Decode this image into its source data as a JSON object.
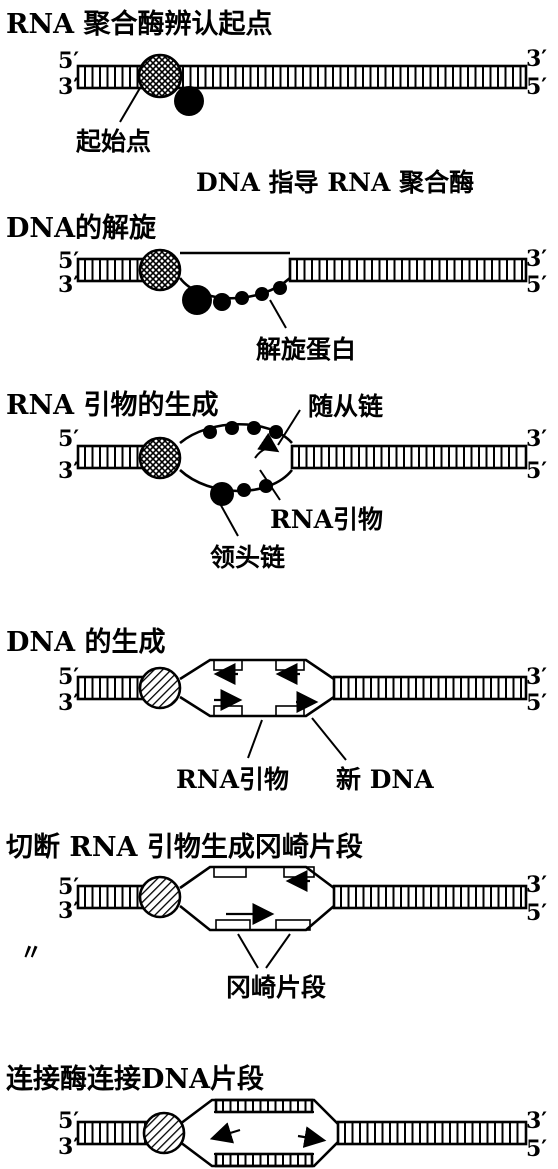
{
  "panels": [
    {
      "title": "RNA 聚合酶辨认起点",
      "labels": [
        "起始点",
        "DNA 指导 RNA 聚合酶"
      ]
    },
    {
      "title": "DNA的解旋",
      "labels": [
        "解旋蛋白"
      ]
    },
    {
      "title": "RNA 引物的生成",
      "labels": [
        "随从链",
        "RNA引物",
        "领头链"
      ]
    },
    {
      "title": "DNA 的生成",
      "labels": [
        "RNA引物",
        "新 DNA"
      ]
    },
    {
      "title": "切断 RNA 引物生成冈崎片段",
      "labels": [
        "冈崎片段"
      ]
    },
    {
      "title": "连接酶连接DNA片段",
      "labels": []
    }
  ],
  "strand_ends": {
    "left_top": "5′",
    "left_bottom": "3′",
    "right_top": "3′",
    "right_bottom": "5′"
  },
  "stray_mark": "〃"
}
